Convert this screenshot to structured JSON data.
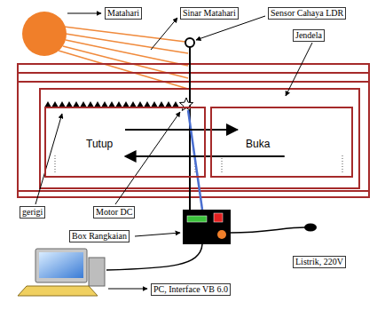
{
  "diagram": {
    "nodes": [
      {
        "text": [
          "Tutup"
        ]
      },
      {
        "text": [
          "Buka"
        ]
      }
    ],
    "edges": [
      {
        "from": 0,
        "to": 1,
        "arrow": "to"
      },
      {
        "from": 1,
        "to": 0,
        "arrow": "to"
      }
    ],
    "labels": [
      "Matahari",
      "Sinar Matahari",
      "Sensor Cahaya LDR",
      "Jendela",
      "gerigi",
      "Motor DC",
      "Box Rangkaian",
      "Listrik, 220V",
      "PC, Interface VB 6.0"
    ]
  }
}
